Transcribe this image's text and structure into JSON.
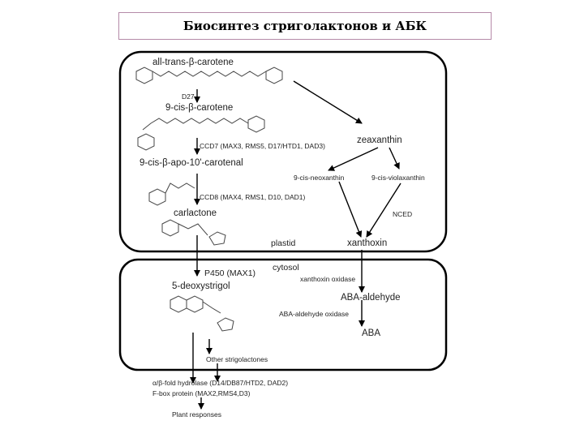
{
  "title": "Биосинтез стриголактонов и АБК",
  "compartments": {
    "plastid": "plastid",
    "cytosol": "cytosol"
  },
  "compounds": {
    "all_trans_beta_carotene": "all-trans-β-carotene",
    "nine_cis_beta_carotene": "9-cis-β-carotene",
    "nine_cis_apo_carotenal": "9-cis-β-apo-10'-carotenal",
    "carlactone": "carlactone",
    "zeaxanthin": "zeaxanthin",
    "nine_cis_neoxanthin": "9-cis-neoxanthin",
    "nine_cis_violaxanthin": "9-cis-violaxanthin",
    "xanthoxin": "xanthoxin",
    "five_deoxystrigol": "5-deoxystrigol",
    "aba_aldehyde": "ABA-aldehyde",
    "aba": "ABA",
    "other_strigolactones": "Other strigolactones"
  },
  "enzymes": {
    "d27": "D27",
    "ccd7": "CCD7 (MAX3, RMS5, D17/HTD1, DAD3)",
    "ccd8": "CCD8 (MAX4, RMS1, D10, DAD1)",
    "nced": "NCED",
    "p450": "P450 (MAX1)",
    "xanthoxin_oxidase": "xanthoxin oxidase",
    "aba_aldehyde_oxidase": "ABA-aldehyde oxidase"
  },
  "perception": {
    "hydrolase": "α/β-fold hydrolase (D14/DB87/HTD2, DAD2)",
    "fbox": "F-box protein (MAX2,RMS4,D3)",
    "responses": "Plant responses"
  }
}
